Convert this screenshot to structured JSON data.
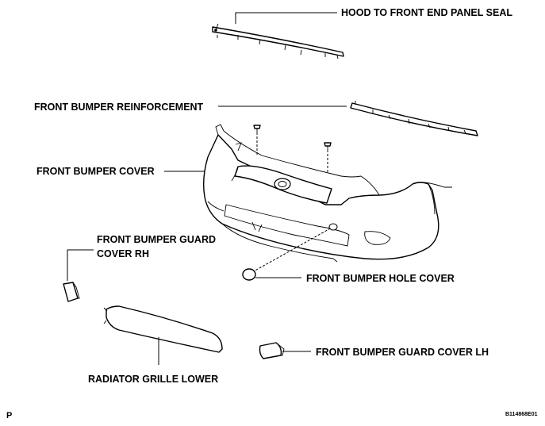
{
  "labels": {
    "hood_seal": "HOOD TO FRONT END PANEL SEAL",
    "reinforcement": "FRONT BUMPER REINFORCEMENT",
    "bumper_cover": "FRONT BUMPER COVER",
    "guard_cover_rh_line1": "FRONT BUMPER GUARD",
    "guard_cover_rh_line2": "COVER RH",
    "hole_cover": "FRONT BUMPER HOLE COVER",
    "guard_cover_lh": "FRONT BUMPER GUARD COVER LH",
    "grille_lower": "RADIATOR GRILLE LOWER"
  },
  "footer": {
    "page_mark": "P",
    "figure_code": "B114868E01"
  }
}
